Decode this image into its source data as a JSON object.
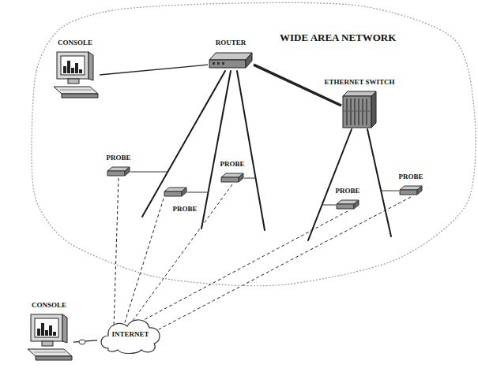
{
  "diagram": {
    "nodes": [
      {
        "text": [
          "WIDE AREA NETWORK"
        ]
      },
      {
        "text": [
          "CONSOLE"
        ],
        "in": 0
      },
      {
        "text": [
          "ROUTER"
        ],
        "in": 0
      },
      {
        "text": [
          "ETHERNET SWITCH"
        ],
        "in": 0
      },
      {
        "text": [
          "PROBE"
        ],
        "in": 0
      },
      {
        "text": [
          "PROBE"
        ],
        "in": 0
      },
      {
        "text": [
          "PROBE"
        ],
        "in": 0
      },
      {
        "text": [
          "PROBE"
        ],
        "in": 0
      },
      {
        "text": [
          "PROBE"
        ],
        "in": 0
      },
      {
        "text": [
          "INTERNET"
        ]
      },
      {
        "text": [
          "CONSOLE"
        ]
      }
    ],
    "edges": [
      {
        "from": 1,
        "to": 2,
        "arrow": "none"
      },
      {
        "from": 2,
        "to": 3,
        "arrow": "none"
      },
      {
        "from": 4,
        "to": 9,
        "arrow": "none"
      },
      {
        "from": 5,
        "to": 9,
        "arrow": "none"
      },
      {
        "from": 6,
        "to": 9,
        "arrow": "none"
      },
      {
        "from": 7,
        "to": 9,
        "arrow": "none"
      },
      {
        "from": 8,
        "to": 9,
        "arrow": "none"
      },
      {
        "from": 9,
        "to": 10,
        "arrow": "none"
      }
    ]
  }
}
